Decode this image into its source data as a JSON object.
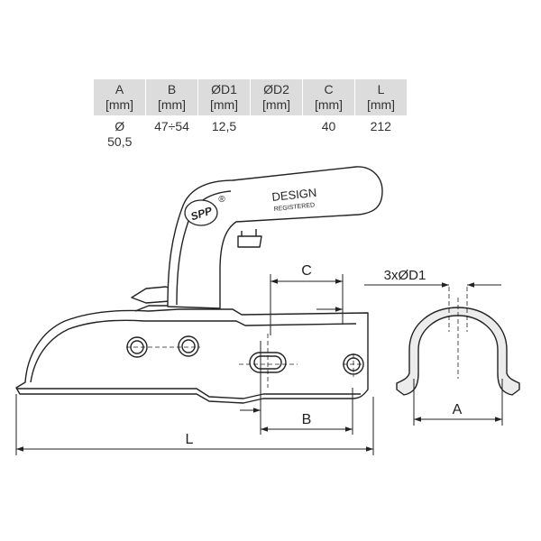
{
  "spec_table": {
    "headers": [
      {
        "code": "A",
        "unit": "[mm]"
      },
      {
        "code": "B",
        "unit": "[mm]"
      },
      {
        "code": "ØD1",
        "unit": "[mm]"
      },
      {
        "code": "ØD2",
        "unit": "[mm]"
      },
      {
        "code": "C",
        "unit": "[mm]"
      },
      {
        "code": "L",
        "unit": "[mm]"
      }
    ],
    "values": [
      [
        "Ø",
        "50,5"
      ],
      [
        "47÷54"
      ],
      [
        "12,5"
      ],
      [
        ""
      ],
      [
        "40"
      ],
      [
        "212"
      ]
    ]
  },
  "drawing": {
    "handle_text": {
      "design": "DESIGN",
      "registered": "REGISTERED"
    },
    "logo": {
      "text": "SPP",
      "mark": "®"
    },
    "dimensions": {
      "C": "C",
      "B": "B",
      "L": "L",
      "A": "A",
      "holes": "3xØD1"
    }
  }
}
